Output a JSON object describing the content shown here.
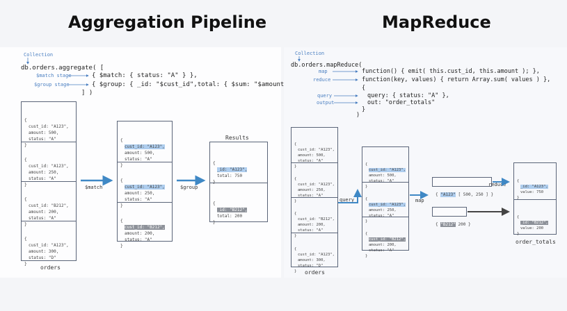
{
  "titles": {
    "left": "Aggregation Pipeline",
    "right": "MapReduce"
  },
  "aggregation": {
    "collection_label": "Collection",
    "code_line1": "db.orders.aggregate( [",
    "match_stage_label": "$match stage",
    "group_stage_label": "$group stage",
    "match_code": "{ $match: { status: \"A\" } },",
    "group_code": "{ $group: { _id: \"$cust_id\",total: { $sum: \"$amount\" } } }",
    "code_close": "] )",
    "orders_docs": [
      {
        "cust_id": "cust_id: \"A123\",",
        "amount": "amount: 500,",
        "status": "status: \"A\""
      },
      {
        "cust_id": "cust_id: \"A123\",",
        "amount": "amount: 250,",
        "status": "status: \"A\""
      },
      {
        "cust_id": "cust_id: \"B212\",",
        "amount": "amount: 200,",
        "status": "status: \"A\""
      },
      {
        "cust_id": "cust_id: \"A123\",",
        "amount": "amount: 300,",
        "status": "status: \"D\""
      }
    ],
    "orders_caption": "orders",
    "match_arrow_label": "$match",
    "matched_docs": [
      {
        "cust_id": "cust_id: \"A123\",",
        "amount": "amount: 500,",
        "status": "status: \"A\""
      },
      {
        "cust_id": "cust_id: \"A123\",",
        "amount": "amount: 250,",
        "status": "status: \"A\""
      },
      {
        "cust_id": "cust_id: \"B212\",",
        "amount": "amount: 200,",
        "status": "status: \"A\""
      }
    ],
    "group_arrow_label": "$group",
    "results_caption": "Results",
    "results": [
      {
        "id": "_id: \"A123\",",
        "total": "total: 750"
      },
      {
        "id": "_id: \"B212\",",
        "total": "total: 200"
      }
    ]
  },
  "mapreduce": {
    "collection_label": "Collection",
    "code_line1": "db.orders.mapReduce(",
    "map_label": "map",
    "reduce_label": "reduce",
    "query_label": "query",
    "output_label": "output",
    "map_code": "function() { emit( this.cust_id, this.amount ); },",
    "reduce_code": "function(key, values) { return Array.sum( values ) },",
    "open_brace": "{",
    "query_code": "query: { status: \"A\" },",
    "out_code": "out: \"order_totals\"",
    "close_brace": "}",
    "close_paren": ")",
    "orders_docs": [
      {
        "cust_id": "cust_id: \"A123\",",
        "amount": "amount: 500,",
        "status": "status: \"A\""
      },
      {
        "cust_id": "cust_id: \"A123\",",
        "amount": "amount: 250,",
        "status": "status: \"A\""
      },
      {
        "cust_id": "cust_id: \"B212\",",
        "amount": "amount: 200,",
        "status": "status: \"A\""
      },
      {
        "cust_id": "cust_id: \"A123\",",
        "amount": "amount: 300,",
        "status": "status: \"D\""
      }
    ],
    "orders_caption": "orders",
    "query_arrow_label": "query",
    "queried_docs": [
      {
        "cust_id": "cust_id: \"A123\",",
        "amount": "amount: 500,",
        "status": "status: \"A\""
      },
      {
        "cust_id": "cust_id: \"A123\",",
        "amount": "amount: 250,",
        "status": "status: \"A\""
      },
      {
        "cust_id": "cust_id: \"B212\",",
        "amount": "amount: 200,",
        "status": "status: \"A\""
      }
    ],
    "map_arrow_label": "map",
    "map_out1_key": "\"A123\"",
    "map_out1_val": "[ 500, 250 ]",
    "map_out2_key": "\"B212\"",
    "map_out2_val": "200",
    "reduce_arrow_label": "reduce",
    "results": [
      {
        "id": "_id: \"A123\",",
        "value": "value: 750"
      },
      {
        "id": "_id: \"B212\",",
        "value": "value: 200"
      }
    ],
    "results_caption": "order_totals"
  },
  "colors": {
    "arrow": "#3f88c5",
    "dark_arrow": "#444444",
    "highlight_blue": "#aecdee",
    "highlight_gray": "#8d9199"
  }
}
